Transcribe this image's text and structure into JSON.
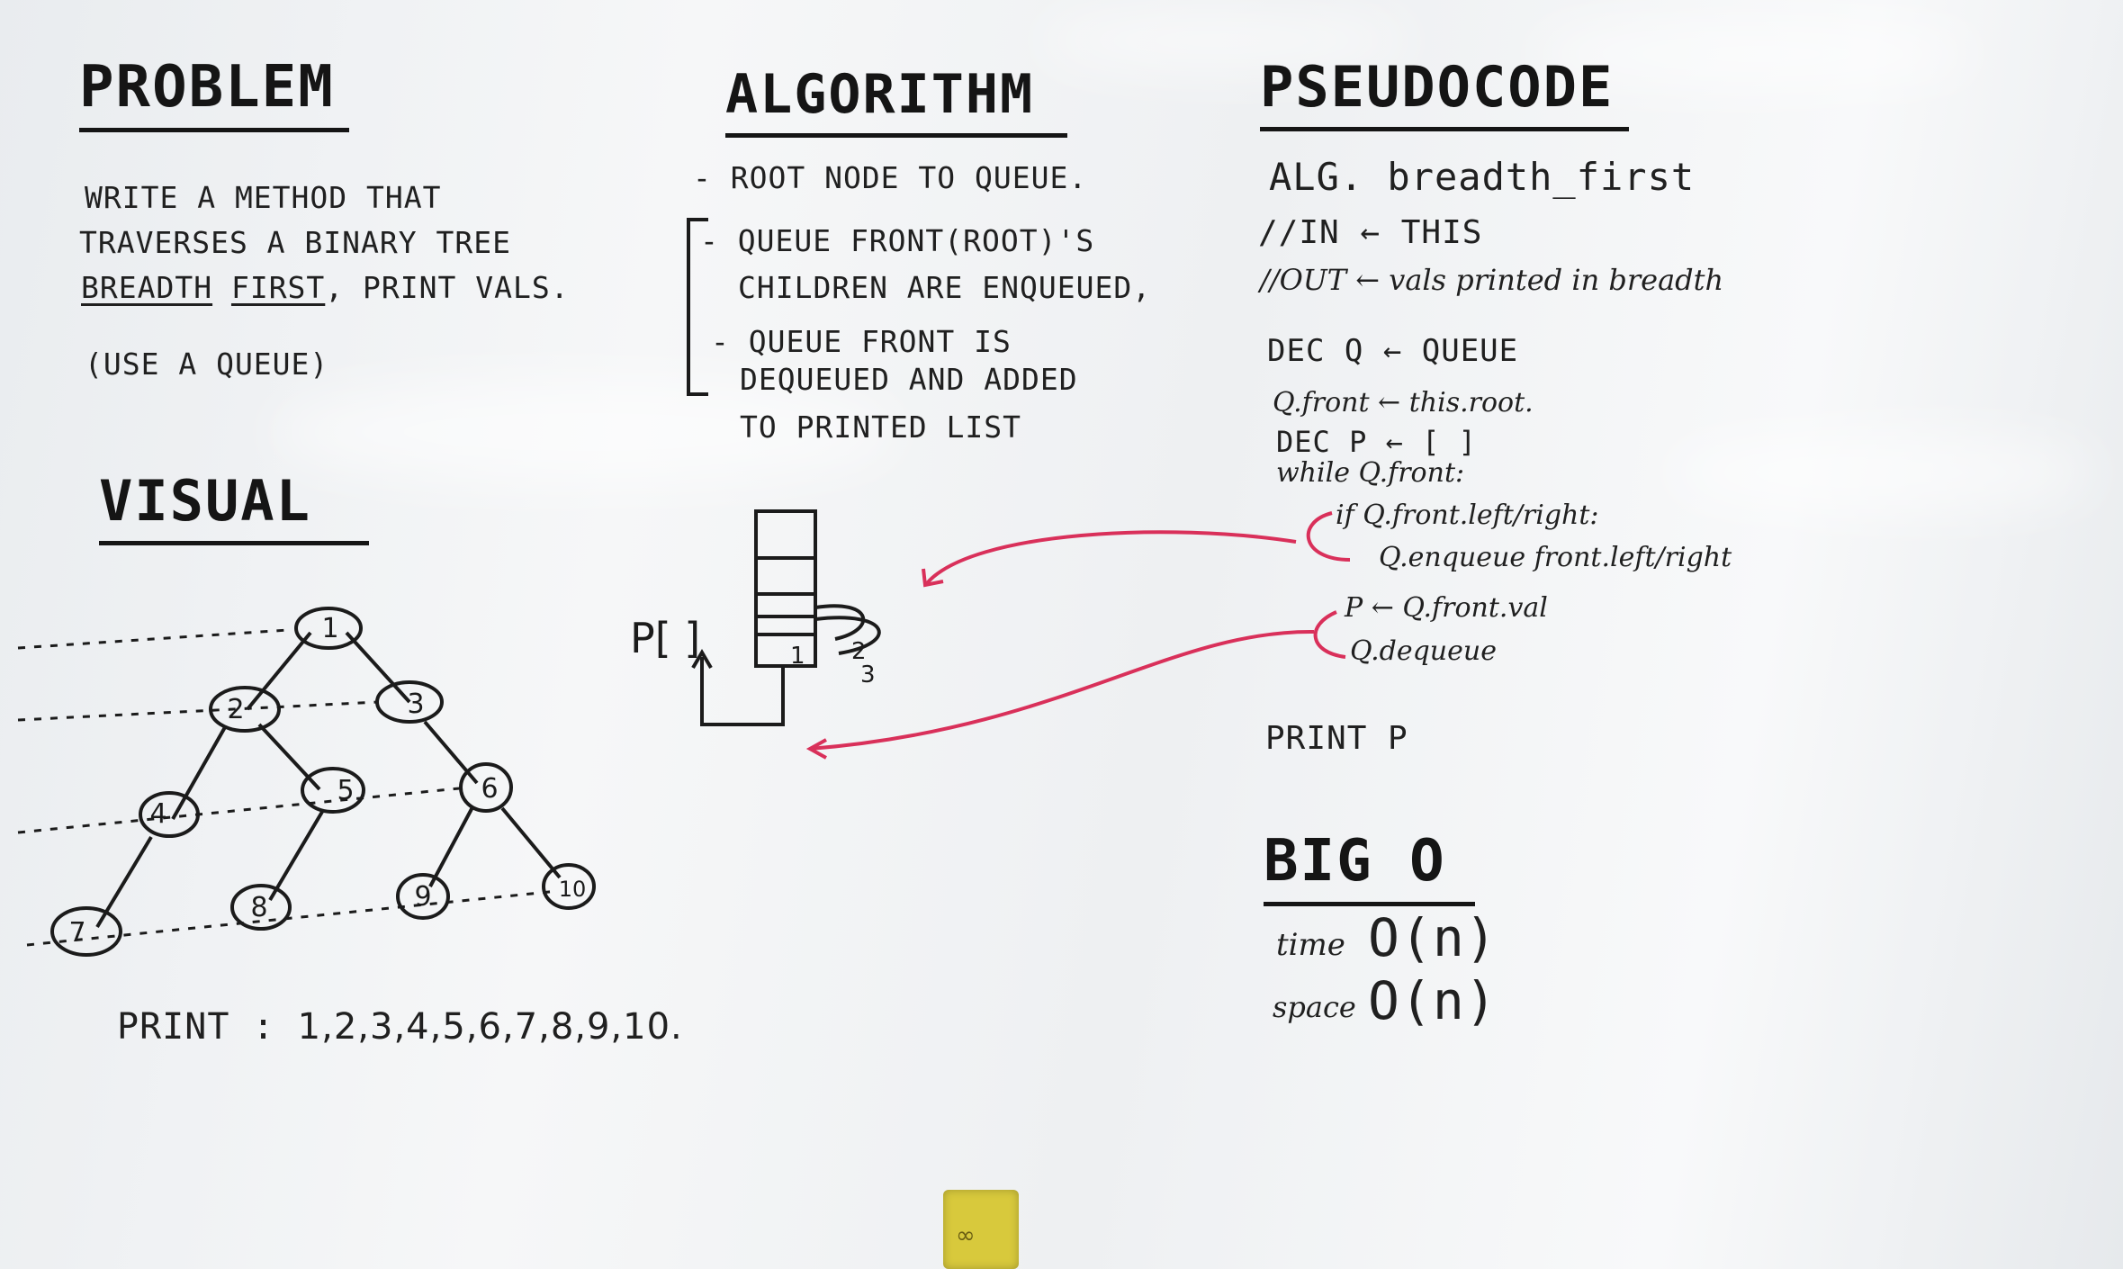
{
  "problem": {
    "heading": "PROBLEM",
    "lines": [
      "WRITE A METHOD THAT",
      "TRAVERSES A BINARY TREE"
    ],
    "breadth": "BREADTH",
    "first": "FIRST",
    "rest": ", PRINT VALS.",
    "note": "(USE A QUEUE)"
  },
  "algorithm": {
    "heading": "ALGORITHM",
    "steps": [
      "- ROOT NODE TO QUEUE.",
      "- QUEUE FRONT(ROOT)'S",
      "CHILDREN ARE ENQUEUED,",
      "- QUEUE FRONT IS",
      "DEQUEUED AND ADDED",
      "TO PRINTED LIST"
    ]
  },
  "pseudocode": {
    "heading": "PSEUDOCODE",
    "lines": [
      "ALG. breadth_first",
      "//IN ← THIS",
      "//OUT ← vals printed in breadth",
      "DEC Q ← QUEUE",
      "Q.front ← this.root.",
      "DEC P ← [ ]",
      "while Q.front:",
      "if Q.front.left/right:",
      "Q.enqueue front.left/right",
      "P ← Q.front.val",
      "Q.dequeue",
      "PRINT P"
    ]
  },
  "visual": {
    "heading": "VISUAL",
    "nodes": [
      "1",
      "2",
      "3",
      "4",
      "5",
      "6",
      "7",
      "8",
      "9",
      "10"
    ],
    "print_label": "PRINT :",
    "print_values": "1,2,3,4,5,6,7,8,9,10."
  },
  "queue_diagram": {
    "p_label": "P[ ]",
    "slot_labels": [
      "1",
      "2",
      "3"
    ]
  },
  "big_o": {
    "heading": "BIG O",
    "time_label": "time",
    "time_value": "O(n)",
    "space_label": "space",
    "space_value": "O(n)"
  },
  "colors": {
    "marker_black": "#1b1b1b",
    "marker_red": "#d9305a",
    "magnet": "#d8c93c"
  }
}
